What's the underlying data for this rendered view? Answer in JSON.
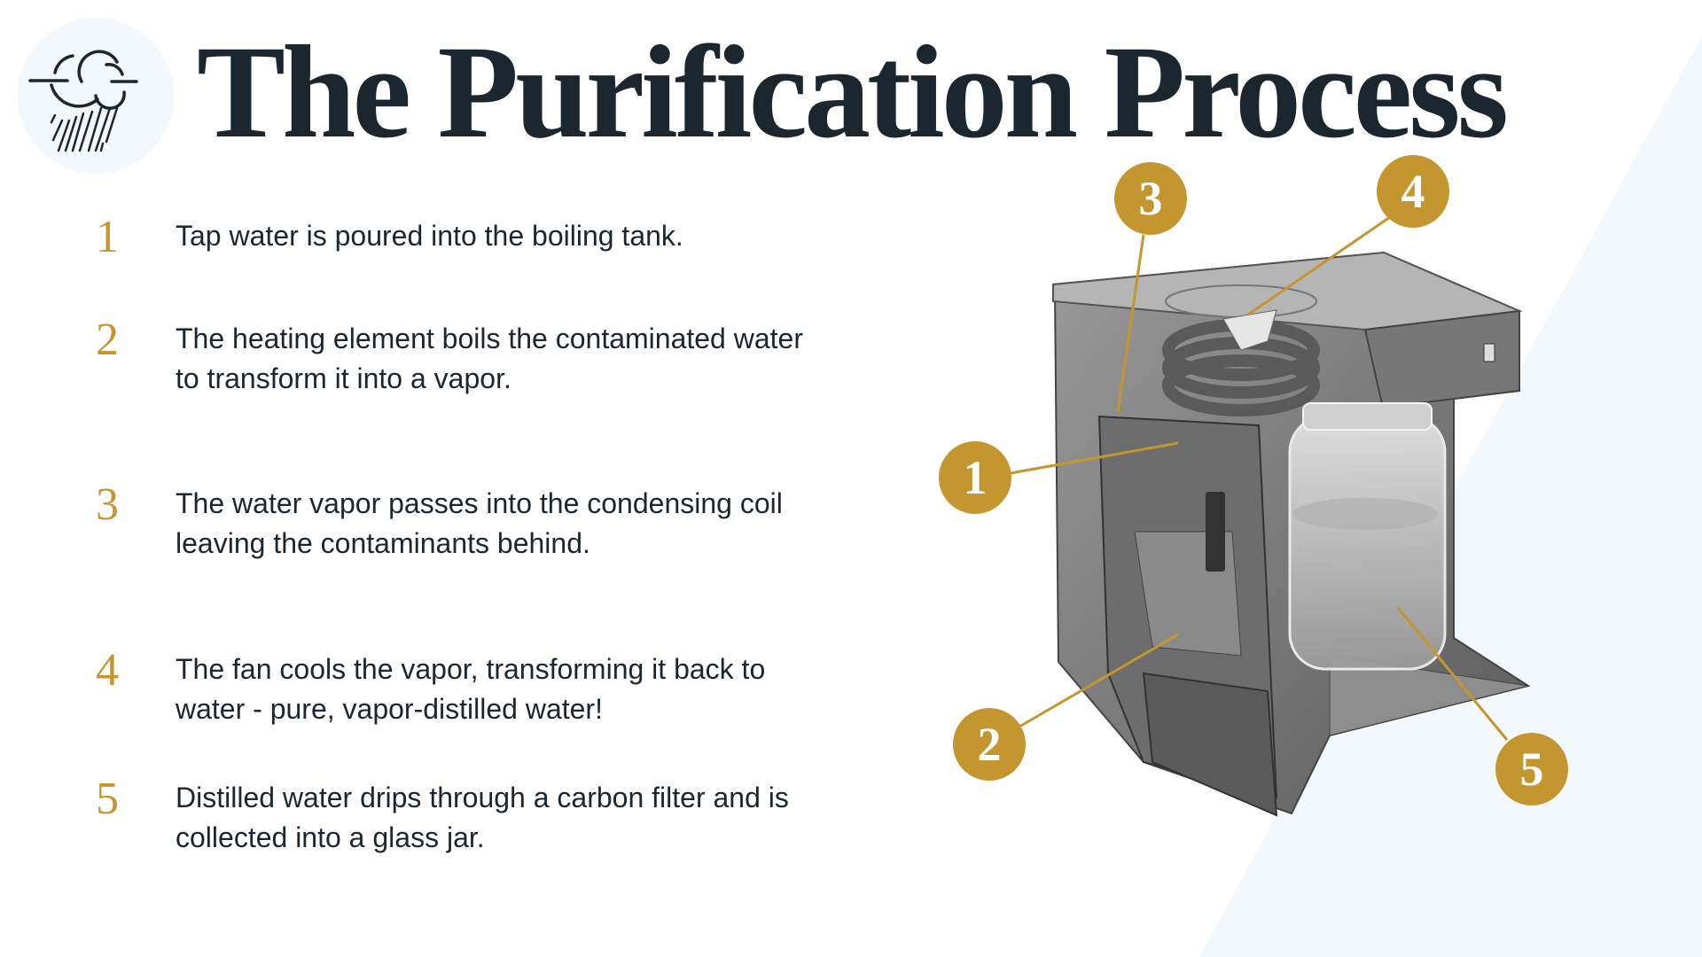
{
  "title": "The Purification Process",
  "colors": {
    "accent": "#c4962f",
    "text": "#1b262e",
    "background_tint": "#f3f8fc"
  },
  "logo": {
    "icon": "cloud-rain-icon"
  },
  "steps": [
    {
      "number": "1",
      "text": "Tap water is poured into the boiling tank."
    },
    {
      "number": "2",
      "text": "The heating element boils the contaminated water to transform it into a vapor."
    },
    {
      "number": "3",
      "text": "The water vapor passes into the condensing coil leaving the contaminants behind."
    },
    {
      "number": "4",
      "text": "The fan cools the vapor, transforming it back to water - pure, vapor-distilled water!"
    },
    {
      "number": "5",
      "text": "Distilled water drips through a carbon filter and is collected into a glass jar."
    }
  ],
  "diagram": {
    "callouts": [
      "1",
      "2",
      "3",
      "4",
      "5"
    ]
  }
}
